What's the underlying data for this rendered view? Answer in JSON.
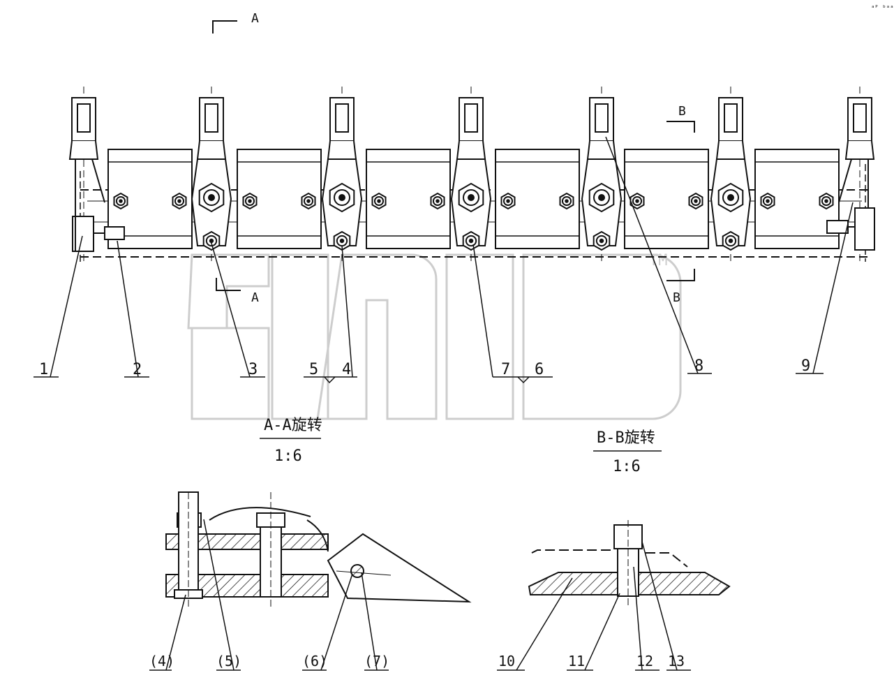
{
  "corner_mark": "ᵃᴾ ᵇᵃᵃ",
  "section_marks": {
    "a_top": "A",
    "a_bottom": "A",
    "b_top": "B",
    "b_bottom": "B"
  },
  "callouts_top": [
    "1",
    "2",
    "3",
    "5",
    "4",
    "7",
    "6",
    "8",
    "9"
  ],
  "views": {
    "aa": {
      "title": "A-A旋转",
      "scale": "1:6"
    },
    "bb": {
      "title": "B-B旋转",
      "scale": "1:6"
    }
  },
  "callouts_aa": [
    "(4)",
    "(5)",
    "(6)",
    "(7)"
  ],
  "callouts_bb": [
    "10",
    "11",
    "12",
    "13"
  ],
  "watermark": {
    "text": "ᴲ",
    "tm": "TM"
  },
  "colors": {
    "ink": "#111111",
    "watermark": "#c8c8c8"
  }
}
